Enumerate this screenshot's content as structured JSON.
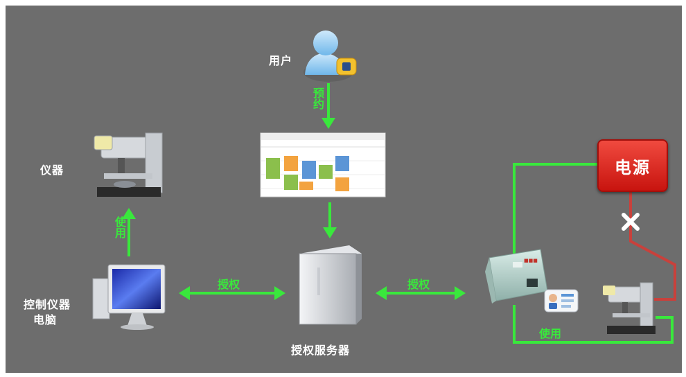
{
  "labels": {
    "user": "用户",
    "instrument": "仪器",
    "control_pc": [
      "控制仪器",
      "电脑"
    ],
    "auth_server": "授权服务器",
    "power": "电源"
  },
  "edges": {
    "reserve": "预约",
    "use_left": "使用",
    "auth_left": "授权",
    "auth_right": "授权",
    "use_right": "使用"
  },
  "colors": {
    "background": "#6d6d6d",
    "arrow": "#39e83c",
    "power_box": "#d9231c",
    "cut_line": "#c8413c"
  },
  "icons": [
    "user-icon",
    "schedule-calendar-icon",
    "server-icon",
    "monitor-icon",
    "microscope-icon",
    "controller-box-icon",
    "id-card-icon",
    "cross-icon"
  ]
}
